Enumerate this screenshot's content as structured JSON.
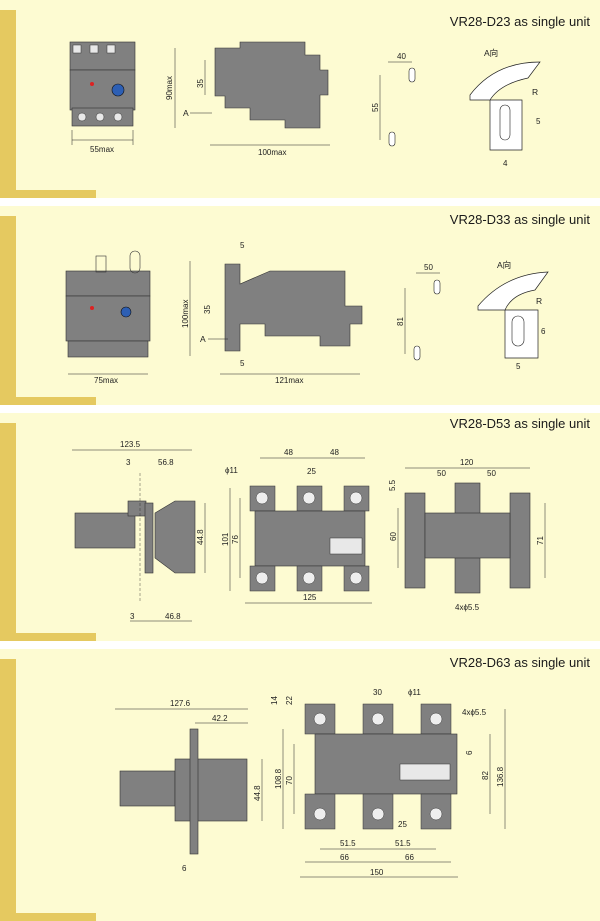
{
  "colors": {
    "background": "#fdfbd2",
    "accent_band": "#e5c960",
    "component_gray": "#808080",
    "component_dark": "#5a5a5a",
    "line": "#222222",
    "terminal_light": "#e8e8e8",
    "knob_blue": "#2d5fb4",
    "indicator_red": "#d22"
  },
  "panels": [
    {
      "title": "VR28-D23 as single unit",
      "front": {
        "width": "55max"
      },
      "side": {
        "height": "90max",
        "offset": "35",
        "length": "100max",
        "arrow": "A"
      },
      "mounting": {
        "spacing": "40",
        "pitch": "55"
      },
      "detail": {
        "view": "A向",
        "radius": "R",
        "slot": "5",
        "gap": "4"
      }
    },
    {
      "title": "VR28-D33 as single unit",
      "front": {
        "width": "75max"
      },
      "side": {
        "height": "100max",
        "offset": "35",
        "top": "5",
        "bottom": "5",
        "length": "121max",
        "arrow": "A"
      },
      "mounting": {
        "spacing": "50",
        "pitch": "81"
      },
      "detail": {
        "view": "A向",
        "radius": "R",
        "slot": "6",
        "gap": "5"
      }
    },
    {
      "title": "VR28-D53 as single unit",
      "side": {
        "total": "123.5",
        "a": "3",
        "b": "56.8",
        "c": "3",
        "d": "46.8",
        "height": "44.8"
      },
      "front": {
        "hole": "ϕ11",
        "w1": "48",
        "w2": "48",
        "center": "25",
        "h1": "101",
        "h2": "76",
        "width": "125"
      },
      "back": {
        "total": "120",
        "w1": "50",
        "w2": "50",
        "top": "5.5",
        "h1": "60",
        "h2": "71",
        "holes": "4xϕ5.5"
      }
    },
    {
      "title": "VR28-D63 as single unit",
      "side": {
        "total": "127.6",
        "a": "42.2",
        "height": "44.8",
        "b": "6"
      },
      "front": {
        "d14": "14",
        "d22": "22",
        "d30": "30",
        "hole": "ϕ11",
        "holes": "4xϕ5.5",
        "h108": "108.8",
        "h70": "70",
        "d6": "6",
        "h82": "82",
        "h136": "136.8",
        "d25": "25",
        "w515a": "51.5",
        "w515b": "51.5",
        "w66a": "66",
        "w66b": "66",
        "w150": "150"
      }
    }
  ]
}
